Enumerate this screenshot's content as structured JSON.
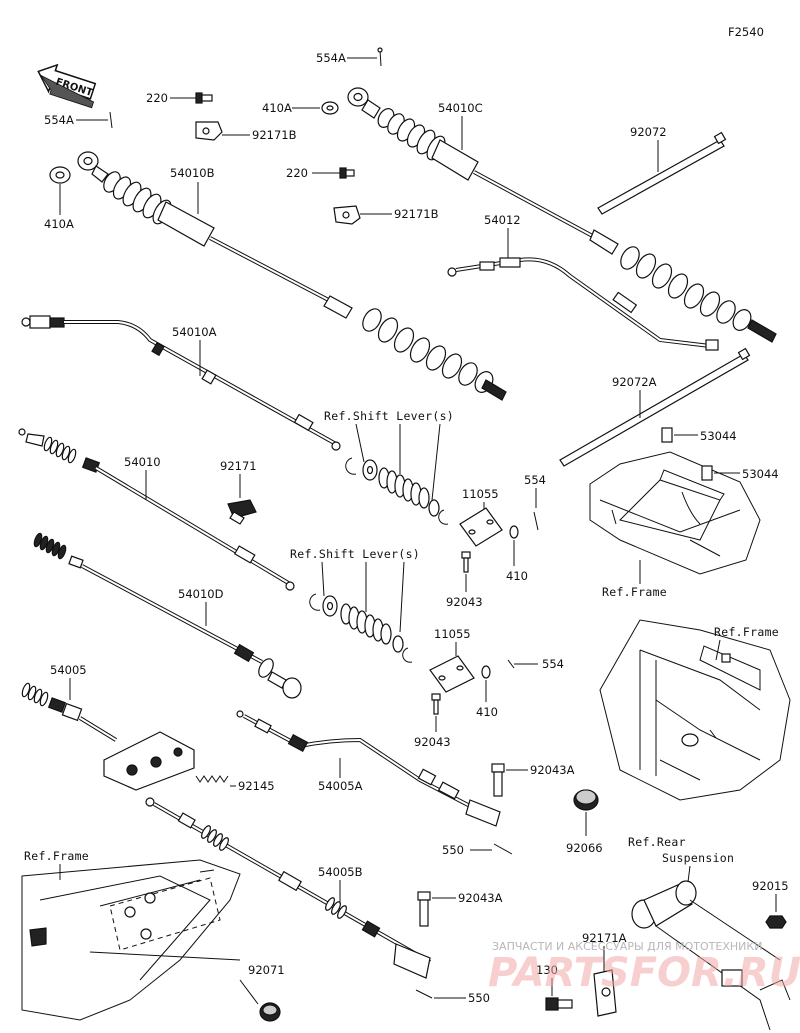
{
  "diagram_code": "F2540",
  "front_badge": "FRONT",
  "labels": {
    "p554A_top": "554A",
    "p554A_left": "554A",
    "p220_a": "220",
    "p220_b": "220",
    "p410A_a": "410A",
    "p410A_b": "410A",
    "p92171B_a": "92171B",
    "p92171B_b": "92171B",
    "p54010C": "54010C",
    "p54010B": "54010B",
    "p92072": "92072",
    "p54012": "54012",
    "p54010A": "54010A",
    "p92072A": "92072A",
    "p53044_a": "53044",
    "p53044_b": "53044",
    "p54010": "54010",
    "p92171": "92171",
    "p11055_a": "11055",
    "p11055_b": "11055",
    "p554_a": "554",
    "p554_b": "554",
    "p410_a": "410",
    "p410_b": "410",
    "p92043_a": "92043",
    "p92043_b": "92043",
    "p54010D": "54010D",
    "p54005": "54005",
    "p54005A": "54005A",
    "p92043A_a": "92043A",
    "p92043A_b": "92043A",
    "p92145": "92145",
    "p550_a": "550",
    "p550_b": "550",
    "p92066": "92066",
    "p54005B": "54005B",
    "p92071": "92071",
    "p92015": "92015",
    "p92171A": "92171A",
    "p130": "130"
  },
  "refs": {
    "shift_lever_a": "Ref.Shift Lever(s)",
    "shift_lever_b": "Ref.Shift Lever(s)",
    "frame_a": "Ref.Frame",
    "frame_b": "Ref.Frame",
    "frame_c": "Ref.Frame",
    "rear_susp_1": "Ref.Rear",
    "rear_susp_2": "Suspension"
  },
  "watermark": {
    "caption": "ЗАПЧАСТИ И АКСЕССУАРЫ ДЛЯ МОТОТЕХНИКИ",
    "logo": "PARTSFOR.RU"
  }
}
